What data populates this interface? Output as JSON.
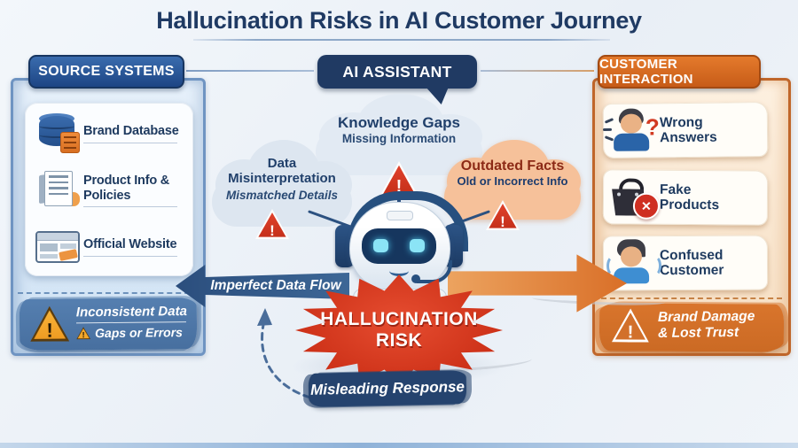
{
  "title": "Hallucination Risks in AI Customer Journey",
  "glyphs": {
    "warning": "!",
    "question": "?",
    "cross": "✕"
  },
  "source_panel": {
    "header": "SOURCE SYSTEMS",
    "items": [
      {
        "icon": "database-icon",
        "label": "Brand Database"
      },
      {
        "icon": "document-icon",
        "label": "Product Info & Policies"
      },
      {
        "icon": "browser-icon",
        "label": "Official Website"
      }
    ],
    "warning_line1": "Inconsistent Data",
    "warning_line2": "Gaps or Errors"
  },
  "ai_assistant": {
    "header": "AI ASSISTANT",
    "cloud_left": {
      "title": "Data Misinterpretation",
      "subtitle": "Mismatched Details"
    },
    "cloud_center": {
      "title": "Knowledge Gaps",
      "subtitle": "Missing Information"
    },
    "cloud_right": {
      "title": "Outdated Facts",
      "subtitle": "Old or Incorrect Info"
    },
    "risk_line1": "HALLUCINATION",
    "risk_line2": "RISK",
    "data_flow_label": "Imperfect Data Flow",
    "response_label": "Misleading Response"
  },
  "customer_panel": {
    "header": "CUSTOMER INTERACTION",
    "items": [
      {
        "icon": "customer-question-icon",
        "label": "Wrong Answers"
      },
      {
        "icon": "fake-product-bag-icon",
        "label": "Fake Products"
      },
      {
        "icon": "confused-customer-icon",
        "label": "Confused Customer"
      }
    ],
    "warning_line1": "Brand Damage",
    "warning_line2": "& Lost Trust"
  },
  "colors": {
    "navy_text": "#1f3a63",
    "blue_header": "#1d4584",
    "blue_band": "#4d78ab",
    "orange_header": "#c75c18",
    "orange_band": "#d2702b",
    "risk_red": "#cd3118",
    "warning_orange": "#f2a72b",
    "cloud_blue": "#dfe8f1",
    "cloud_orange": "#f6c19a",
    "robot_cyan": "#8be4f6"
  }
}
